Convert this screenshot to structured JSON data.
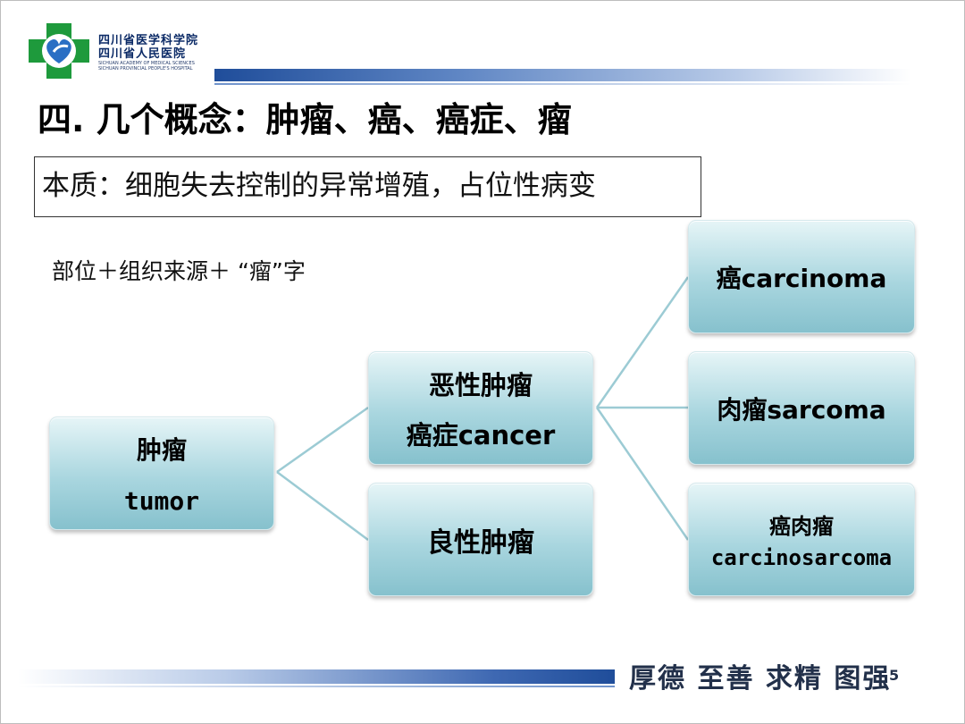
{
  "header": {
    "institution_cn_line1": "四川省医学科学院",
    "institution_cn_line2": "四川省人民医院",
    "institution_en_line1": "SICHUAN ACADEMY OF MEDICAL SCIENCES",
    "institution_en_line2": "SICHUAN PROVINCIAL PEOPLE'S HOSPITAL"
  },
  "title": "四. 几个概念：肿瘤、癌、癌症、瘤",
  "essence": "本质：细胞失去控制的异常增殖，占位性病变",
  "naming_rule": "部位＋组织来源＋ “瘤”字",
  "diagram": {
    "tumor": {
      "line1": "肿瘤",
      "line2": "tumor"
    },
    "malignant": {
      "line1": "恶性肿瘤",
      "line2": "癌症cancer"
    },
    "benign": {
      "line1": "良性肿瘤"
    },
    "carcinoma": {
      "line1": "癌carcinoma"
    },
    "sarcoma": {
      "line1": "肉瘤sarcoma"
    },
    "carcinosarcoma": {
      "line1": "癌肉瘤",
      "line2": "carcinosarcoma"
    }
  },
  "footer": {
    "motto": "厚德 至善 求精 图强",
    "page_number": "5"
  },
  "colors": {
    "node_fill": "#a9d6df",
    "connector": "#9ccbd4",
    "header_bar": "#1f4d9a",
    "logo_green": "#1e9a3c",
    "logo_blue": "#2a6fc4"
  }
}
